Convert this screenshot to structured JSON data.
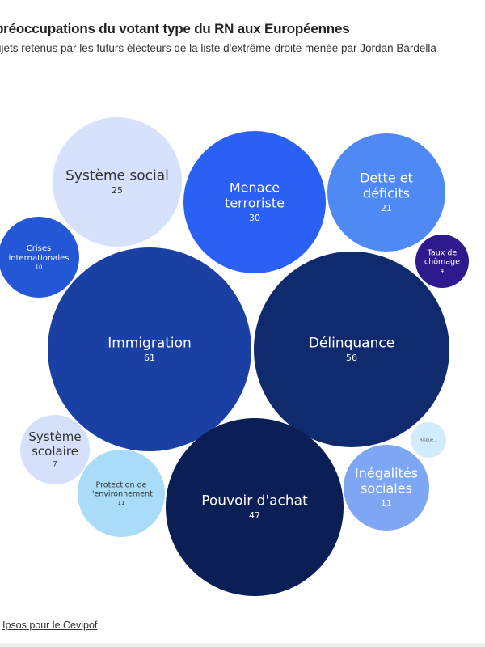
{
  "chart_data": {
    "type": "bubble",
    "title": "Les préoccupations du votant type du RN aux Européennes",
    "subtitle": "Sujets retenus par les futurs électeurs de la liste d'extrême-droite menée par Jordan Bardella",
    "title_visible": "préoccupations du votant type du RN aux Européennes",
    "subtitle_visible": "ujets retenus par les futurs électeurs de la liste d'extrême-droite menée par Jordan Bardella",
    "items": [
      {
        "label": "Système social",
        "value": 25,
        "color": "#d6e2fb",
        "text": "#333"
      },
      {
        "label": "Menace terroriste",
        "value": 30,
        "color": "#2b60f4",
        "text": "#fff"
      },
      {
        "label": "Dette et déficits",
        "value": 21,
        "color": "#4e89f4",
        "text": "#fff"
      },
      {
        "label": "Crises internationales",
        "value": 10,
        "color": "#2457d6",
        "text": "#fff"
      },
      {
        "label": "Taux de chômage",
        "value": 4,
        "color": "#2e1a8c",
        "text": "#fff"
      },
      {
        "label": "Immigration",
        "value": 61,
        "color": "#1a40a3",
        "text": "#fff"
      },
      {
        "label": "Délinquance",
        "value": 56,
        "color": "#102a6e",
        "text": "#fff"
      },
      {
        "label": "Système scolaire",
        "value": 7,
        "color": "#d5e0fb",
        "text": "#333"
      },
      {
        "label": "Risque...",
        "value": null,
        "color": "#d2ecfd",
        "text": "#555"
      },
      {
        "label": "Inégalités sociales",
        "value": 11,
        "color": "#7ea6f4",
        "text": "#fff"
      },
      {
        "label": "Protection de l'environnement",
        "value": 11,
        "color": "#a9dcf8",
        "text": "#333"
      },
      {
        "label": "Pouvoir d'achat",
        "value": 47,
        "color": "#0b1e55",
        "text": "#fff"
      }
    ]
  },
  "source": {
    "prefix": ":",
    "link": "Ipsos pour le Cevipof"
  }
}
